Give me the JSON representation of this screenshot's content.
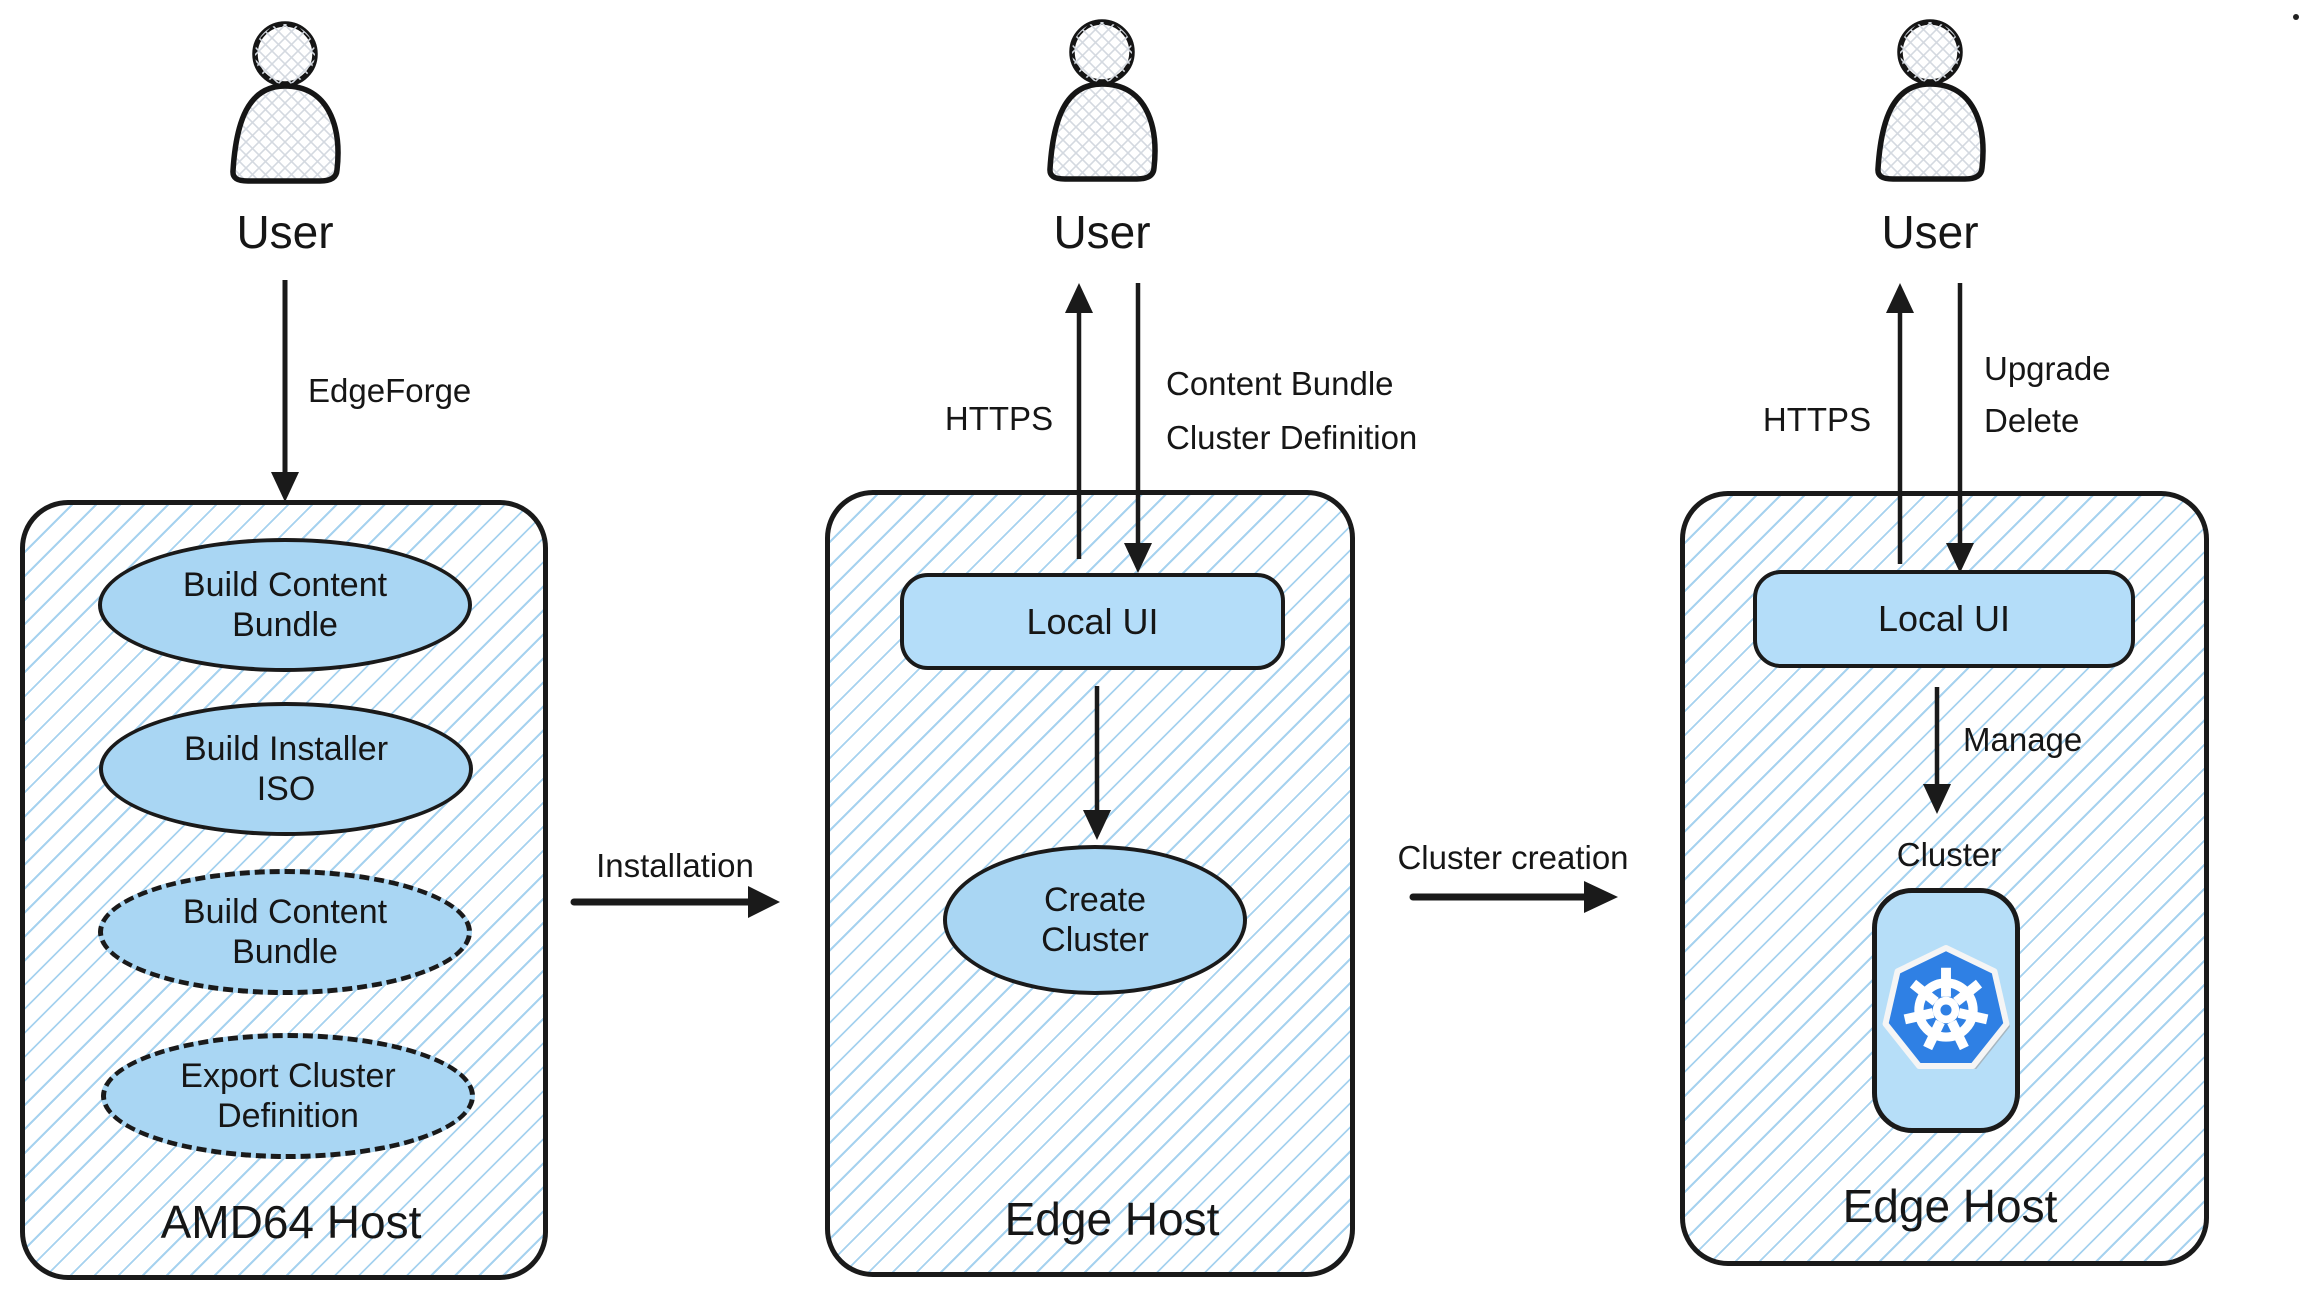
{
  "palette": {
    "background": "#ffffff",
    "hatch_line": "#a6d2ef",
    "node_fill": "#a9d6f3",
    "box_fill": "#b4ddf9",
    "cluster_box_fill": "#b6def8",
    "border": "#1a1a1a",
    "text": "#161616",
    "kubernetes_blue": "#2f80e4",
    "actor_crosshatch": "#d4d9e0"
  },
  "left_column": {
    "actor_label": "User",
    "actor_icon": "person-icon",
    "flow_label": "EdgeForge",
    "host_title": "AMD64 Host",
    "nodes": [
      {
        "label": "Build Content Bundle",
        "border": "solid"
      },
      {
        "label": "Build Installer ISO",
        "border": "solid"
      },
      {
        "label": "Build Content Bundle",
        "border": "dashed"
      },
      {
        "label": "Export Cluster Definition",
        "border": "dashed"
      }
    ]
  },
  "middle_column": {
    "actor_label": "User",
    "actor_icon": "person-icon",
    "up_arrow_label": "HTTPS",
    "down_arrow_labels": [
      "Content Bundle",
      "Cluster Definition"
    ],
    "host_title": "Edge Host",
    "local_ui_label": "Local UI",
    "create_cluster_label": "Create Cluster"
  },
  "right_column": {
    "actor_label": "User",
    "actor_icon": "person-icon",
    "up_arrow_label": "HTTPS",
    "down_arrow_labels": [
      "Upgrade",
      "Delete"
    ],
    "host_title": "Edge Host",
    "local_ui_label": "Local UI",
    "manage_label": "Manage",
    "cluster_label": "Cluster",
    "cluster_icon": "kubernetes-icon"
  },
  "transitions": {
    "left_to_middle": "Installation",
    "middle_to_right": "Cluster creation"
  }
}
